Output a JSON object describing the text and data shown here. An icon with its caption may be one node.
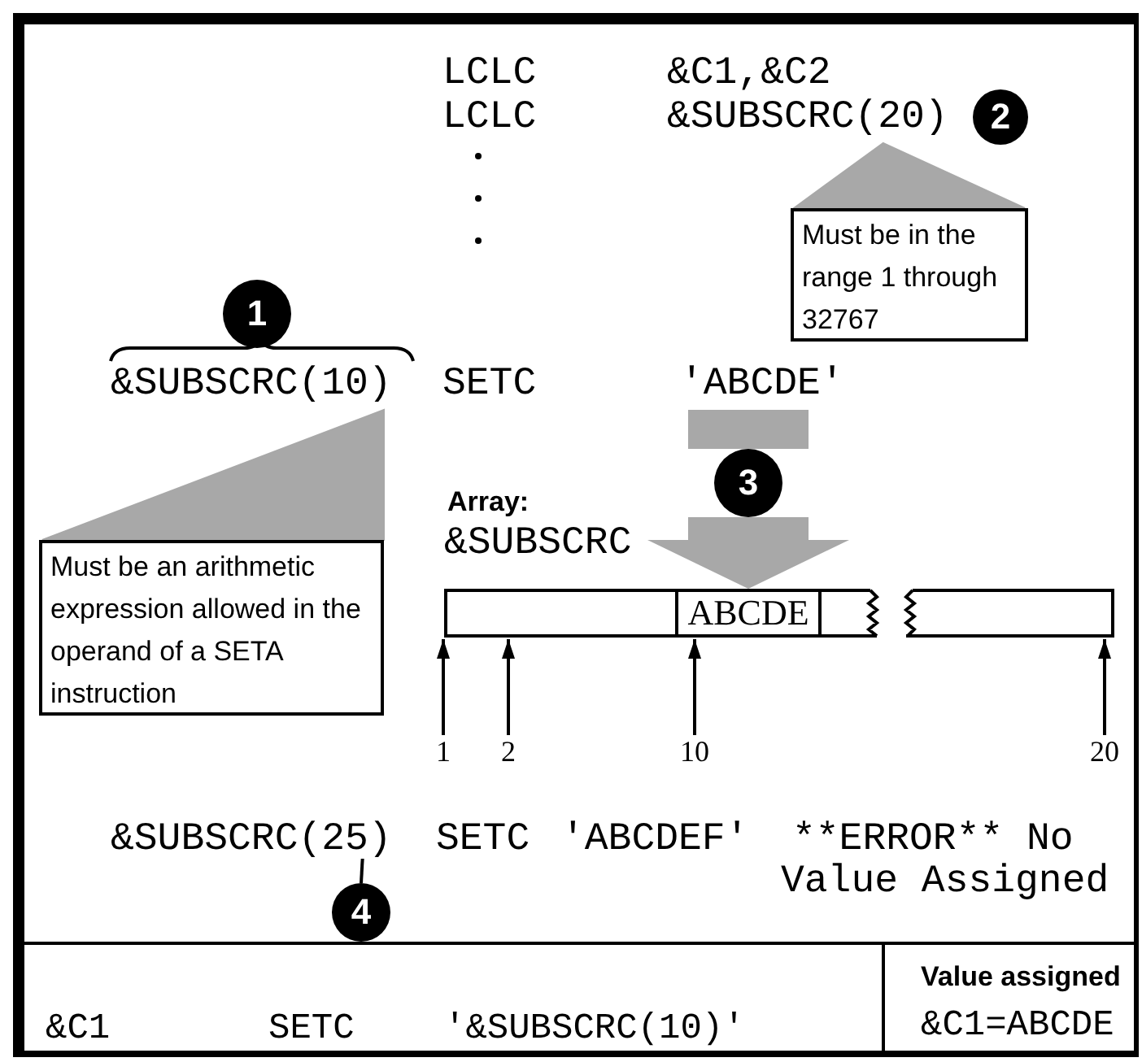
{
  "diagram": {
    "nodes": [
      {
        "text": [
          "&SUBSCRC(20)"
        ]
      },
      {
        "text": [
          "Must be in the range 1 through 32767"
        ]
      },
      {
        "text": [
          "&SUBSCRC(10)"
        ]
      },
      {
        "text": [
          "'ABCDE'"
        ]
      },
      {
        "text": [
          "Must be an arithmetic expression allowed in the operand of a SETA instruction"
        ]
      },
      {
        "text": [],
        "shape": "bar",
        "beside": [
          "Array:",
          "&SUBSCRC"
        ]
      },
      {
        "text": [
          "ABCDE"
        ],
        "in": 5
      },
      {
        "text": [
          "1"
        ]
      },
      {
        "text": [
          "2"
        ]
      },
      {
        "text": [
          "10"
        ]
      },
      {
        "text": [
          "20"
        ]
      },
      {
        "text": [
          "&SUBSCRC(25)"
        ]
      },
      {
        "text": [
          "4"
        ]
      },
      {
        "text": [
          "2"
        ]
      },
      {
        "text": [
          "1"
        ]
      },
      {
        "text": [
          "3"
        ]
      }
    ],
    "edges": [
      {
        "from": 0,
        "to": 1,
        "arrow": "none",
        "color": "#a8a8a8"
      },
      {
        "from": 2,
        "to": 4,
        "arrow": "none",
        "color": "#a8a8a8"
      },
      {
        "from": 3,
        "to": 15,
        "arrow": "none",
        "style": "thick",
        "color": "#a8a8a8"
      },
      {
        "from": 15,
        "to": 6,
        "arrow": "to",
        "style": "thick",
        "color": "#a8a8a8"
      },
      {
        "from": 7,
        "to": 5,
        "arrow": "to"
      },
      {
        "from": 8,
        "to": 5,
        "arrow": "to"
      },
      {
        "from": 9,
        "to": 6,
        "arrow": "to"
      },
      {
        "from": 10,
        "to": 5,
        "arrow": "to"
      },
      {
        "from": 12,
        "to": 11,
        "arrow": "none"
      }
    ],
    "labels": [
      "LCLC",
      "&C1,&C2",
      "LCLC",
      "SETC",
      "SETC",
      "'ABCDEF'",
      "**ERROR** No Value Assigned",
      "&C1",
      "SETC",
      "'&SUBSCRC(10)'",
      "Value assigned",
      "&C1=ABCDE"
    ]
  }
}
